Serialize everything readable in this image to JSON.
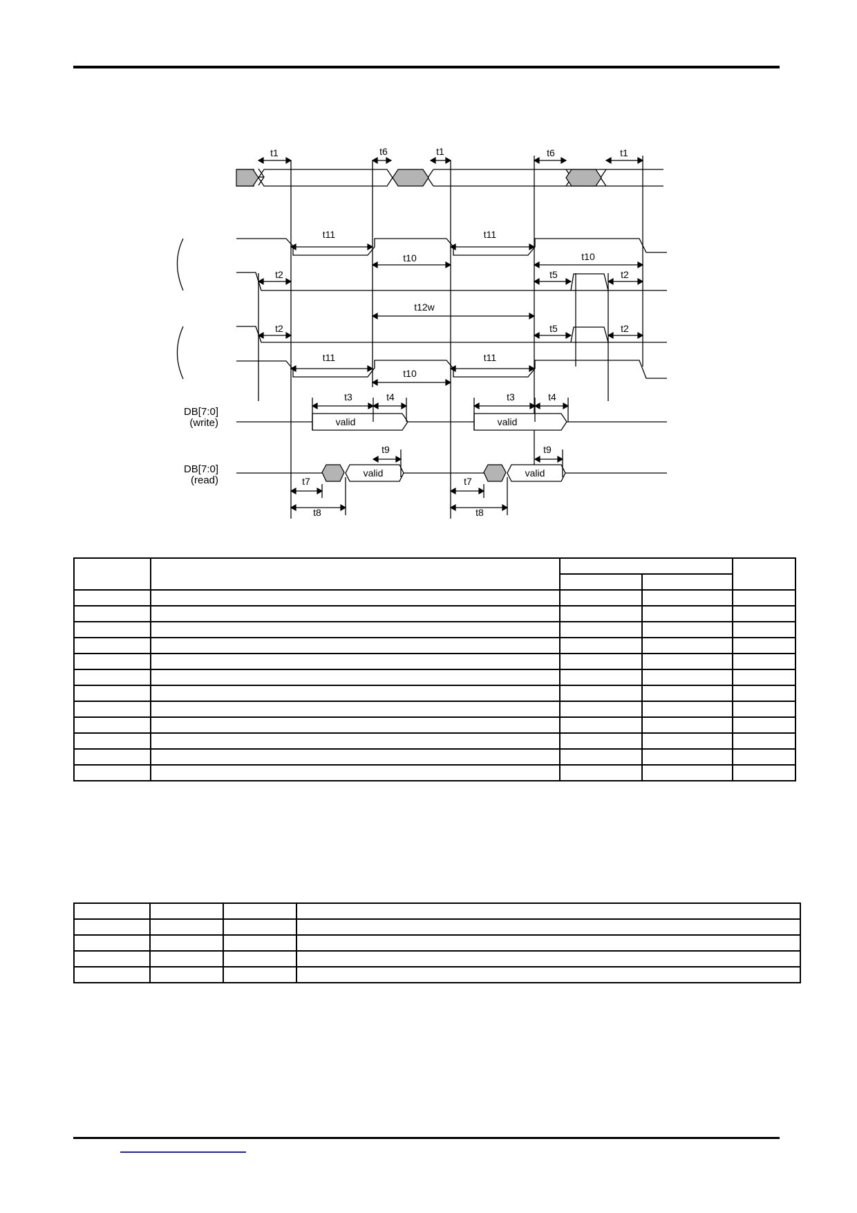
{
  "diagram": {
    "timing_labels": [
      "t1",
      "t6",
      "t1",
      "t6",
      "t1",
      "t11",
      "t11",
      "t10",
      "t10",
      "t2",
      "t5",
      "t2",
      "t12w",
      "t2",
      "t5",
      "t2",
      "t11",
      "t11",
      "t10",
      "t3",
      "t4",
      "t3",
      "t4",
      "t9",
      "t9",
      "t7",
      "t7",
      "t8",
      "t8"
    ],
    "signal_labels": {
      "db_write_line1": "DB[7:0]",
      "db_write_line2": "(write)",
      "db_read_line1": "DB[7:0]",
      "db_read_line2": "(read)"
    },
    "valid_text": "valid"
  },
  "timing_table": {
    "rows": 14,
    "cols": 5
  },
  "mode_table": {
    "rows": 5,
    "cols": 4
  },
  "colors": {
    "rule": "#000000",
    "shade": "#b4b4b4",
    "link": "#1f1fd6"
  }
}
